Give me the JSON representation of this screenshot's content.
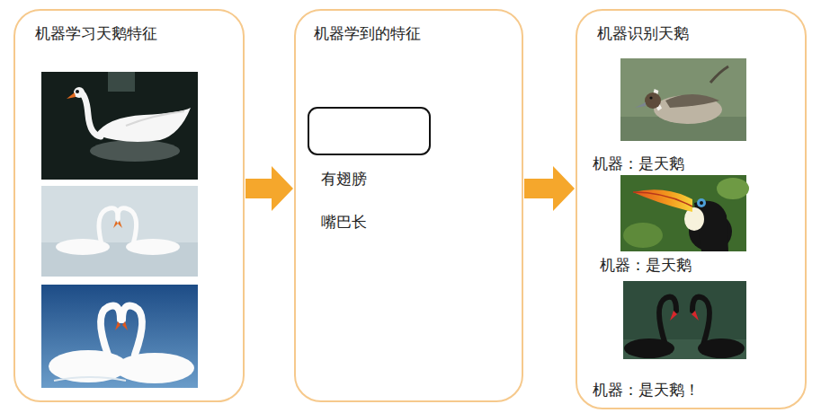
{
  "diagram": {
    "nodes": [
      {
        "text": [
          "机器学习天鹅特征"
        ]
      },
      {
        "text": [
          "机器学到的特征",
          "有翅膀",
          "嘴巴长"
        ]
      },
      {
        "text": [
          "机器识别天鹅",
          "机器：是天鹅",
          "机器：是天鹅",
          "机器：是天鹅！"
        ]
      }
    ],
    "edges": [
      {
        "from": 0,
        "to": 1,
        "arrow": "to"
      },
      {
        "from": 1,
        "to": 2,
        "arrow": "to"
      }
    ]
  }
}
